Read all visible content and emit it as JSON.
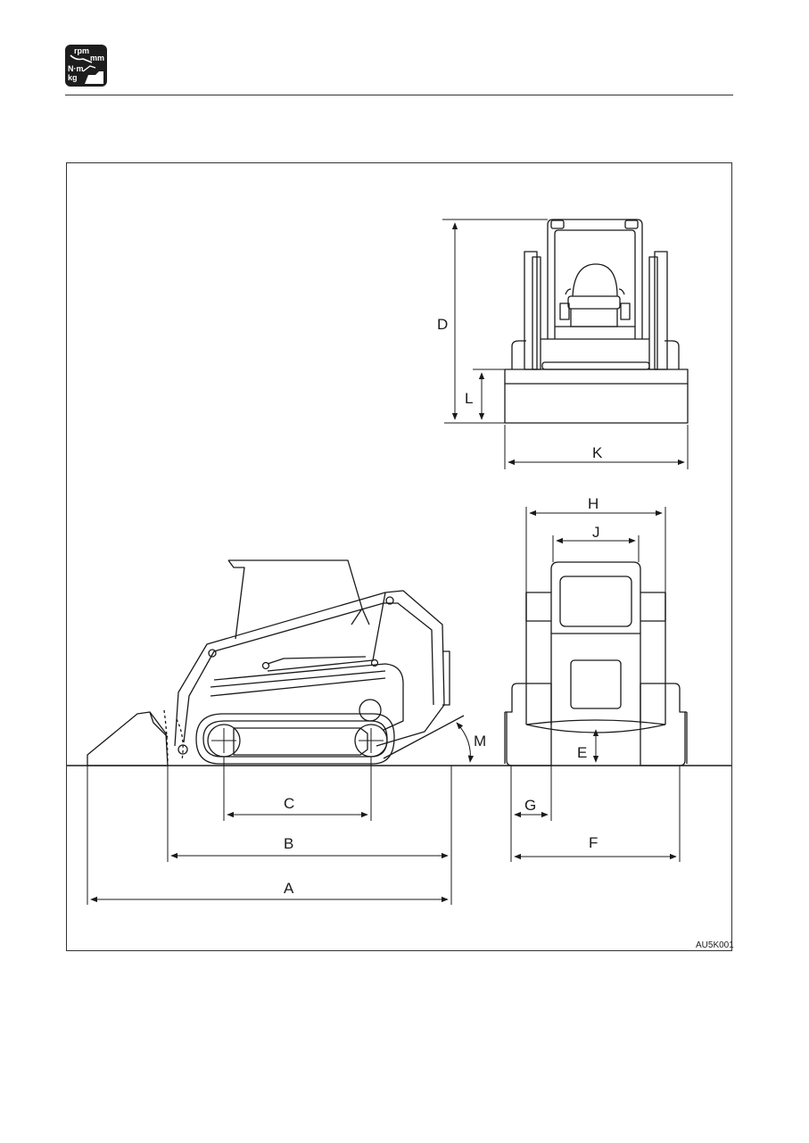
{
  "header": {
    "icon": {
      "name": "specifications-icon",
      "lines": [
        "rpm",
        "mm",
        "N·m",
        "kg"
      ]
    }
  },
  "figure": {
    "ref_code": "AU5K001",
    "dimension_labels": {
      "A": "A",
      "B": "B",
      "C": "C",
      "D": "D",
      "E": "E",
      "F": "F",
      "G": "G",
      "H": "H",
      "J": "J",
      "K": "K",
      "L": "L",
      "M": "M"
    }
  }
}
